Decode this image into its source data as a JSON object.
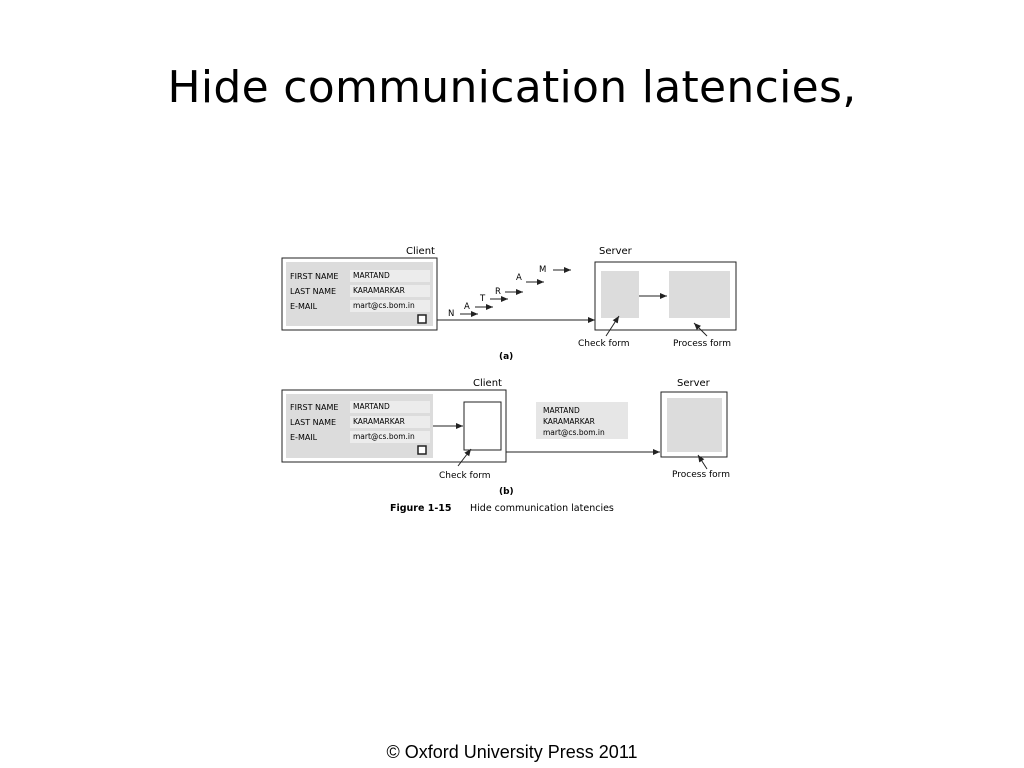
{
  "slide": {
    "title": "Hide communication latencies,",
    "footer": "© Oxford University Press 2011"
  },
  "form": {
    "fields": [
      {
        "label": "FIRST NAME",
        "value": "MARTAND"
      },
      {
        "label": "LAST NAME",
        "value": "KARAMARKAR"
      },
      {
        "label": "E-MAIL",
        "value": "mart@cs.bom.in"
      }
    ]
  },
  "diagram_a": {
    "client_label": "Client",
    "server_label": "Server",
    "check_label": "Check form",
    "process_label": "Process form",
    "caption": "(a)",
    "stream_letters": [
      "N",
      "A",
      "T",
      "R",
      "A",
      "M"
    ]
  },
  "diagram_b": {
    "client_label": "Client",
    "server_label": "Server",
    "check_label": "Check form",
    "process_label": "Process form",
    "caption": "(b)",
    "message_lines": [
      "MARTAND",
      "KARAMARKAR",
      "mart@cs.bom.in"
    ]
  },
  "figure_caption": {
    "number": "Figure 1-15",
    "text": "Hide communication latencies"
  },
  "colors": {
    "panel_fill": "#dcdcdc",
    "field_fill": "#e9e9e9",
    "stroke": "#222222"
  }
}
